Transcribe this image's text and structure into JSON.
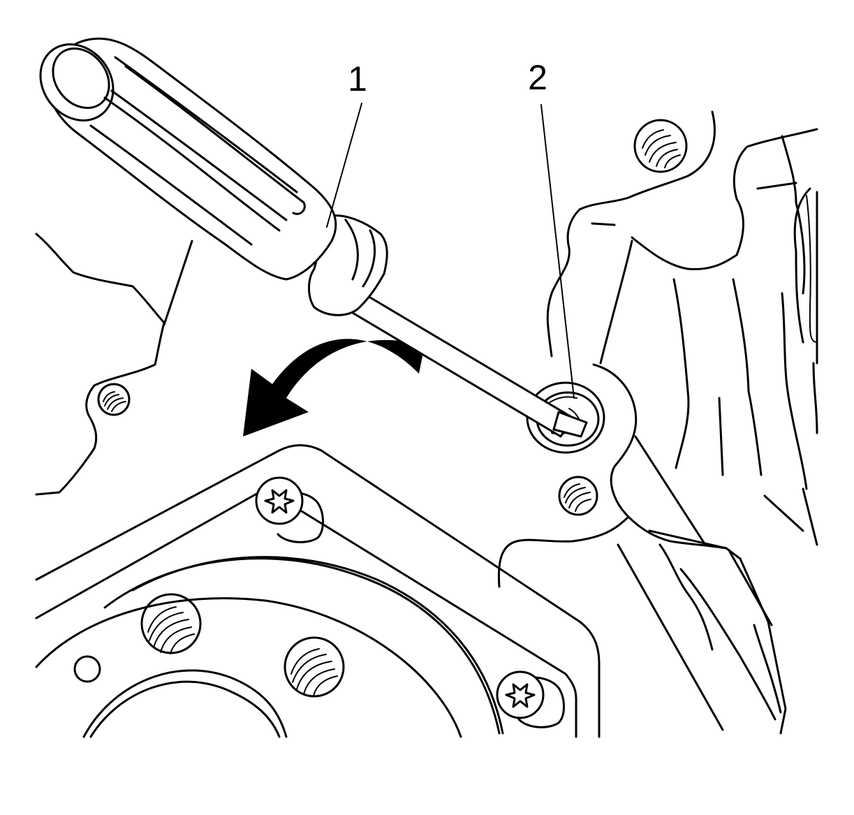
{
  "callouts": [
    {
      "number": "1",
      "refers_to": "screwdriver"
    },
    {
      "number": "2",
      "refers_to": "plug"
    }
  ],
  "colors": {
    "ink": "#000000",
    "paper": "#ffffff"
  }
}
